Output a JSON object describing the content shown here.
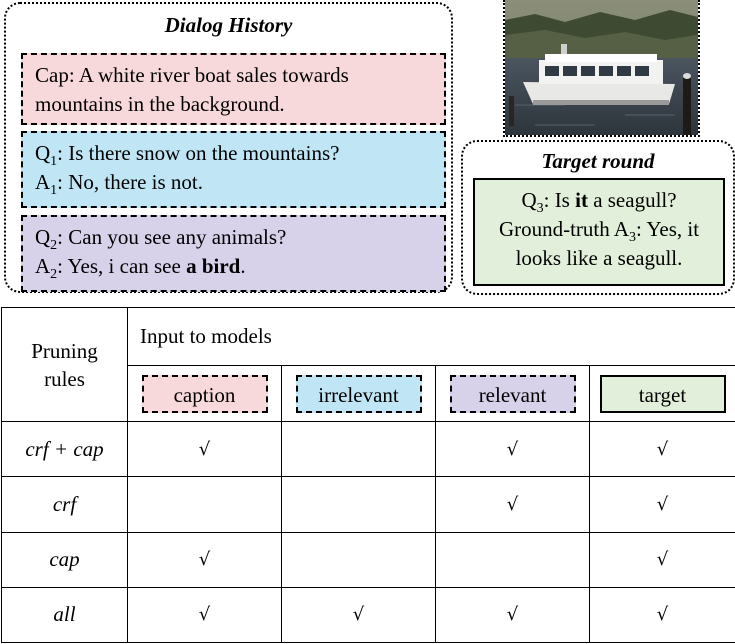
{
  "dialog_history": {
    "title": "Dialog History",
    "caption": {
      "line1": "Cap: A white river boat sales towards",
      "line2": "mountains in the background."
    },
    "q1": {
      "q_prefix": "Q",
      "q_sub": "1",
      "q_text": ": Is there snow on the mountains?",
      "a_prefix": "A",
      "a_sub": "1",
      "a_text": ": No, there is not."
    },
    "q2": {
      "q_prefix": "Q",
      "q_sub": "2",
      "q_text": ": Can you see any animals?",
      "a_prefix": "A",
      "a_sub": "2",
      "a_text": ": Yes, i can see ",
      "a_bold": "a bird",
      "a_end": "."
    }
  },
  "target_round": {
    "title": "Target round",
    "q_prefix": "Q",
    "q_sub": "3",
    "q_text_1": ": Is ",
    "q_bold": "it",
    "q_text_2": " a seagull?",
    "a_line1_prefix": "Ground-truth A",
    "a_sub": "3",
    "a_line1_text": ": Yes, it",
    "a_line2": "looks like a seagull."
  },
  "table": {
    "row_header": "Pruning rules",
    "group_header": "Input to models",
    "legend": [
      "caption",
      "irrelevant",
      "relevant",
      "target"
    ],
    "check_symbol": "√",
    "rows": [
      {
        "rule": "crf + cap",
        "cells": [
          "√",
          "",
          "√",
          "√"
        ]
      },
      {
        "rule": "crf",
        "cells": [
          "",
          "",
          "√",
          "√"
        ]
      },
      {
        "rule": "cap",
        "cells": [
          "√",
          "",
          "",
          "√"
        ]
      },
      {
        "rule": "all",
        "cells": [
          "√",
          "√",
          "√",
          "√"
        ]
      }
    ]
  },
  "colors": {
    "caption": "#f8d9db",
    "irrelevant": "#c0e6f5",
    "relevant": "#d7d1ea",
    "target": "#e2efda"
  }
}
